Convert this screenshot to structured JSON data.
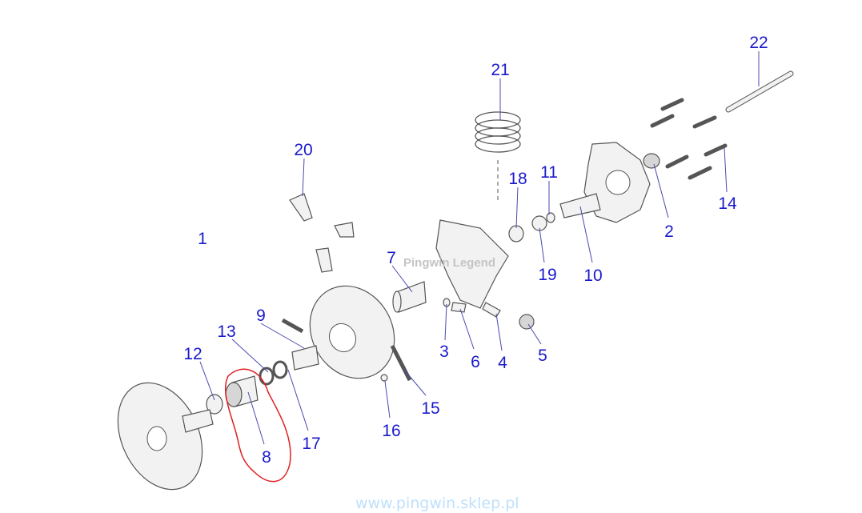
{
  "diagram": {
    "labels": {
      "l1": "1",
      "l2": "2",
      "l3": "3",
      "l4": "4",
      "l5": "5",
      "l6": "6",
      "l7": "7",
      "l8": "8",
      "l9": "9",
      "l10": "10",
      "l11": "11",
      "l12": "12",
      "l13": "13",
      "l14": "14",
      "l15": "15",
      "l16": "16",
      "l17": "17",
      "l18": "18",
      "l19": "19",
      "l20": "20",
      "l21": "21",
      "l22": "22"
    },
    "watermark": "Pingwin Legend",
    "highlight_color": "#e02020",
    "label_color": "#1a1acc"
  },
  "footer": {
    "site": "www.pingwin.sklep.pl"
  }
}
